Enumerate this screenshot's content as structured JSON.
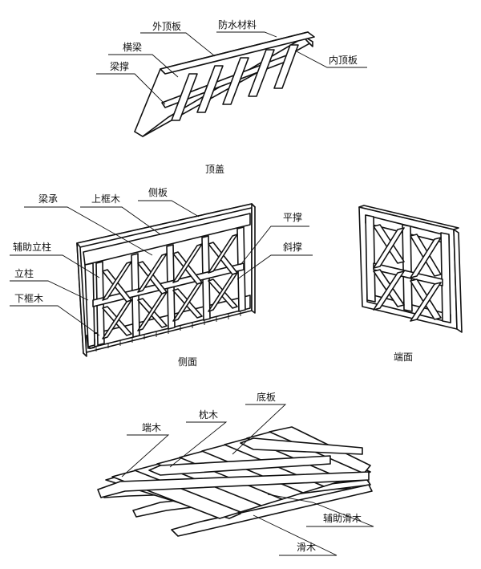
{
  "roof": {
    "caption": "顶盖",
    "labels": {
      "outer_board": "外顶板",
      "waterproof": "防水材料",
      "crossbeam": "横梁",
      "beam_brace": "梁撑",
      "inner_board": "内顶板"
    }
  },
  "side": {
    "caption": "侧面",
    "labels": {
      "beam_support": "梁承",
      "top_frame": "上框木",
      "side_board": "侧板",
      "flat_brace": "平撑",
      "diagonal_brace": "斜撑",
      "aux_post": "辅助立柱",
      "post": "立柱",
      "bottom_frame": "下框木"
    }
  },
  "end": {
    "caption": "端面"
  },
  "base": {
    "labels": {
      "end_wood": "端木",
      "sleeper": "枕木",
      "bottom_board": "底板",
      "aux_skid": "辅助滑木",
      "skid": "滑木"
    }
  }
}
